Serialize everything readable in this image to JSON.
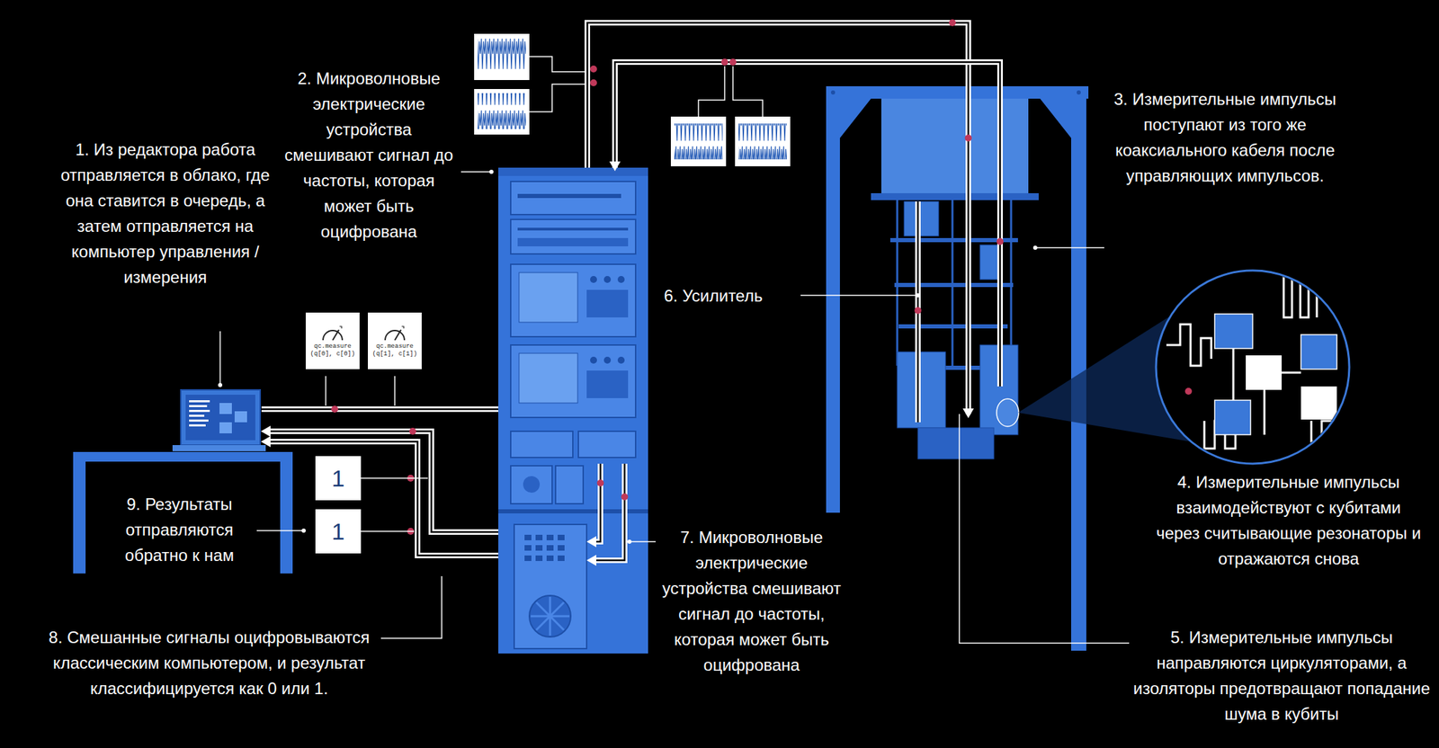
{
  "diagram": {
    "nodes": [
      {
        "text": [
          "qc.measure (q[0], c[0])"
        ]
      },
      {
        "text": [
          "qc.measure (q[1], c[1])"
        ]
      },
      {
        "text": [
          "1"
        ]
      },
      {
        "text": [
          "1"
        ]
      }
    ],
    "labels": [
      "1. Из редактора работа отправляется в облако, где она ставится в очередь, а затем отправляется на компьютер управления / измерения",
      "2. Микроволновые электрические устройства смешивают сигнал до частоты, которая может быть оцифрована",
      "3. Измерительные импульсы поступают из того же коаксиального кабеля после управляющих импульсов.",
      "4. Измерительные импульсы взаимодействуют с кубитами через считывающие резонаторы и отражаются снова",
      "5. Измерительные импульсы направляются циркуляторами, а изоляторы предотвращают попадание шума в кубиты",
      "6. Усилитель",
      "7. Микроволновые электрические устройства смешивают сигнал до частоты, которая может быть оцифрована",
      "8. Смешанные сигналы оцифровываются классическим компьютером, и результат классифицируется как 0 или 1.",
      "9. Результаты отправляются обратно к нам"
    ]
  }
}
